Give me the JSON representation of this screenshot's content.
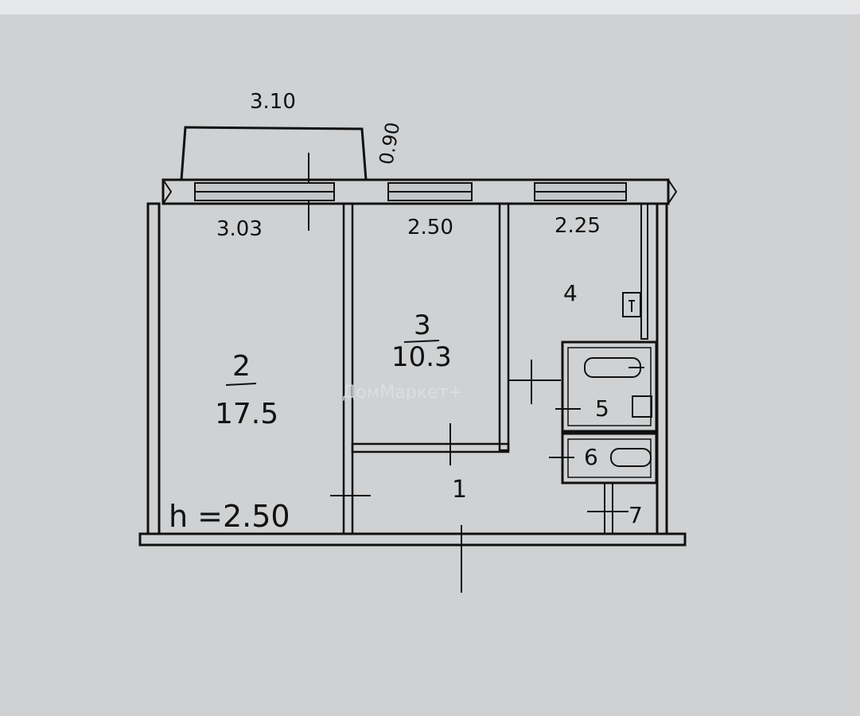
{
  "dimensions": {
    "balcony_length": "3.10",
    "balcony_depth": "0.90",
    "room2_width": "3.03",
    "room3_width": "2.50",
    "room4_width": "2.25"
  },
  "rooms": [
    {
      "number": "2",
      "area": "17.5"
    },
    {
      "number": "3",
      "area": "10.3"
    },
    {
      "number": "4",
      "area": ""
    },
    {
      "number": "1",
      "area": ""
    },
    {
      "number": "5",
      "area": ""
    },
    {
      "number": "6",
      "area": ""
    },
    {
      "number": "7",
      "area": ""
    }
  ],
  "ceiling_height": "h =2.50",
  "watermark": "ДомМаркет+",
  "colors": {
    "paper": "#cfd1d3",
    "ink": "#111111"
  }
}
